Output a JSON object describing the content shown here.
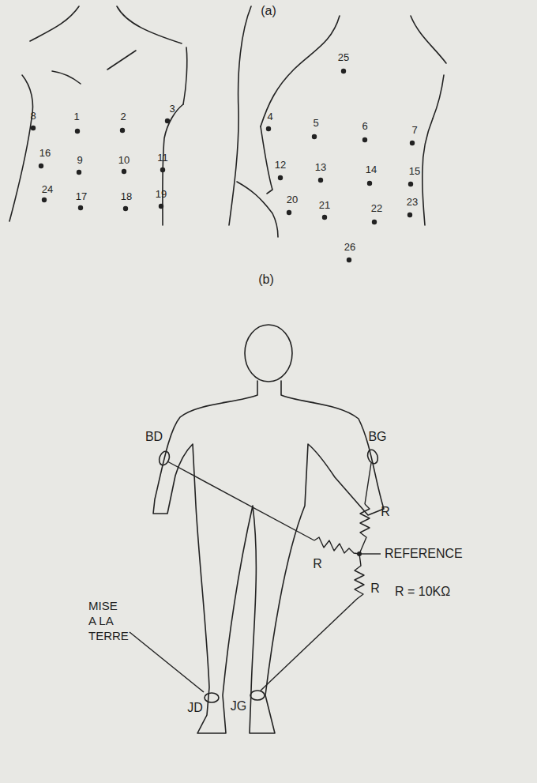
{
  "diagram": {
    "labels": [
      "(a)",
      "1",
      "2",
      "3",
      "4",
      "5",
      "6",
      "7",
      "8",
      "9",
      "10",
      "11",
      "12",
      "13",
      "14",
      "15",
      "16",
      "17",
      "18",
      "19",
      "20",
      "21",
      "22",
      "23",
      "24",
      "25",
      "26",
      "(b)",
      "BD",
      "BG",
      "R",
      "R",
      "R",
      "REFERENCE",
      "R = 10KΩ",
      "MISE A LA TERRE",
      "JD",
      "JG"
    ]
  }
}
